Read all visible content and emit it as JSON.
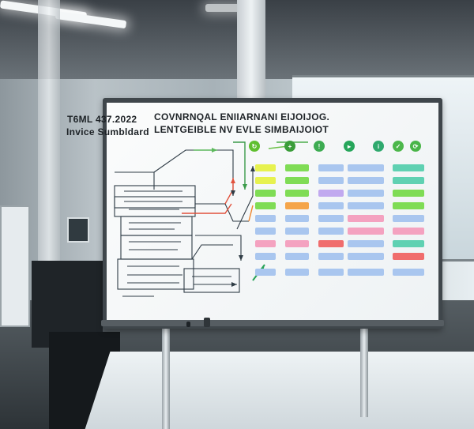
{
  "board": {
    "title_left_line1": "T6ML 437.2022",
    "title_left_line2": "Invice Sumbldard",
    "title_right_line1": "COVNRNQAL ENIIARNANI EIJOIJOG.",
    "title_right_line2": "LENTGEIBLE NV EVLE SIMBAIJOIOT"
  },
  "icons": [
    {
      "name": "arrow-circle-icon",
      "color": "#5fbf2f"
    },
    {
      "name": "plus-circle-icon",
      "color": "#3a9d39"
    },
    {
      "name": "warning-icon",
      "color": "#3dac52"
    },
    {
      "name": "play-icon",
      "color": "#26a65b"
    },
    {
      "name": "info-icon",
      "color": "#2fa96e"
    },
    {
      "name": "check-circle-icon",
      "color": "#4cb74b"
    },
    {
      "name": "rotate-icon",
      "color": "#49b548"
    }
  ],
  "colors": {
    "yellow": "#e7f24f",
    "green": "#7fdc55",
    "orange": "#f5a54a",
    "blue": "#a9c6ef",
    "pink": "#f4a2c0",
    "teal": "#5fd1b2",
    "red": "#f06d6d",
    "purple": "#c1a9ef"
  }
}
